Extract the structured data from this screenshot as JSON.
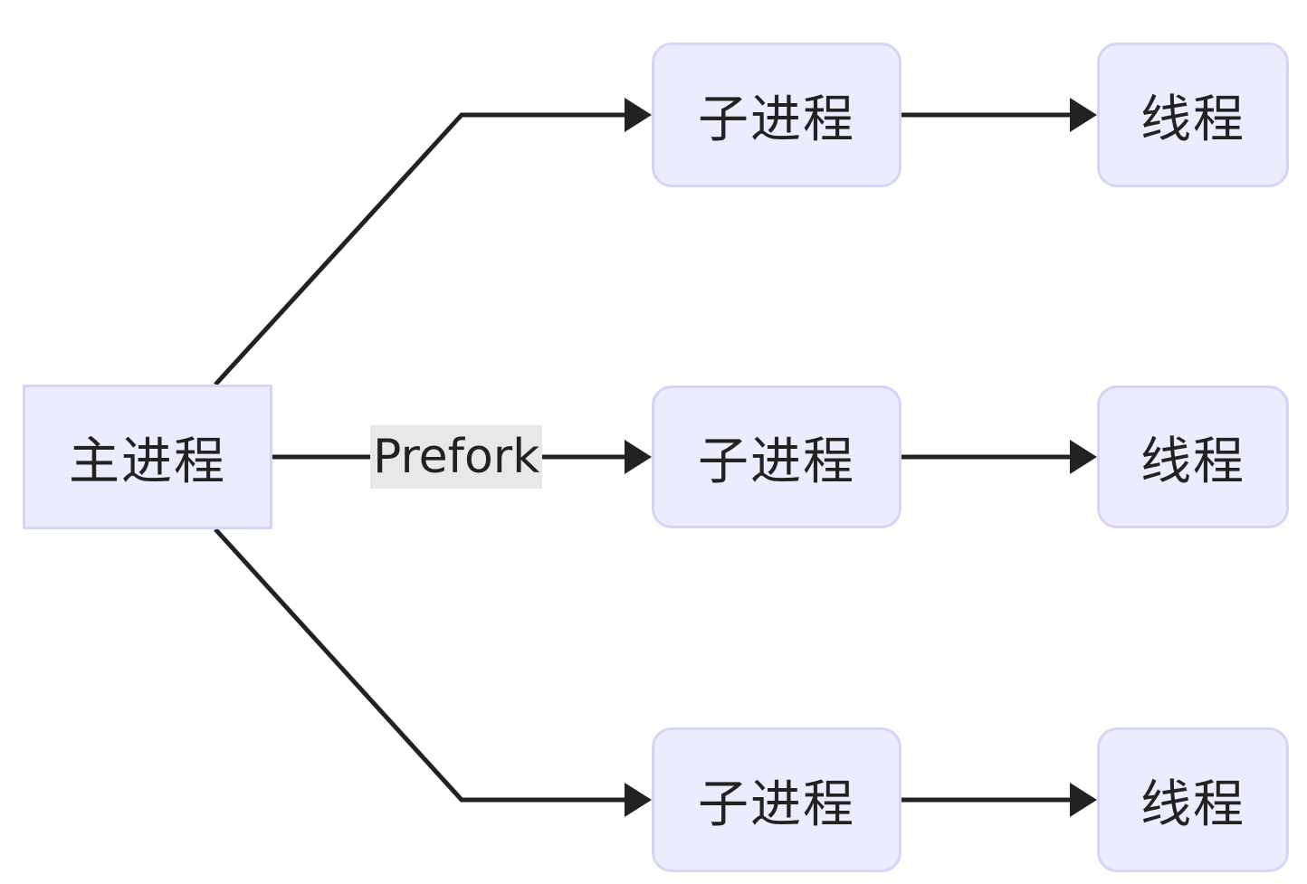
{
  "diagram": {
    "main_node": {
      "label": "主进程"
    },
    "edge_label": "Prefork",
    "child_nodes": [
      {
        "label": "子进程"
      },
      {
        "label": "子进程"
      },
      {
        "label": "子进程"
      }
    ],
    "thread_nodes": [
      {
        "label": "线程"
      },
      {
        "label": "线程"
      },
      {
        "label": "线程"
      }
    ]
  },
  "colors": {
    "node_fill": "#ececff",
    "node_border": "#d6d4f4",
    "edge": "#222222",
    "edge_label_bg": "#e8e8e8"
  }
}
